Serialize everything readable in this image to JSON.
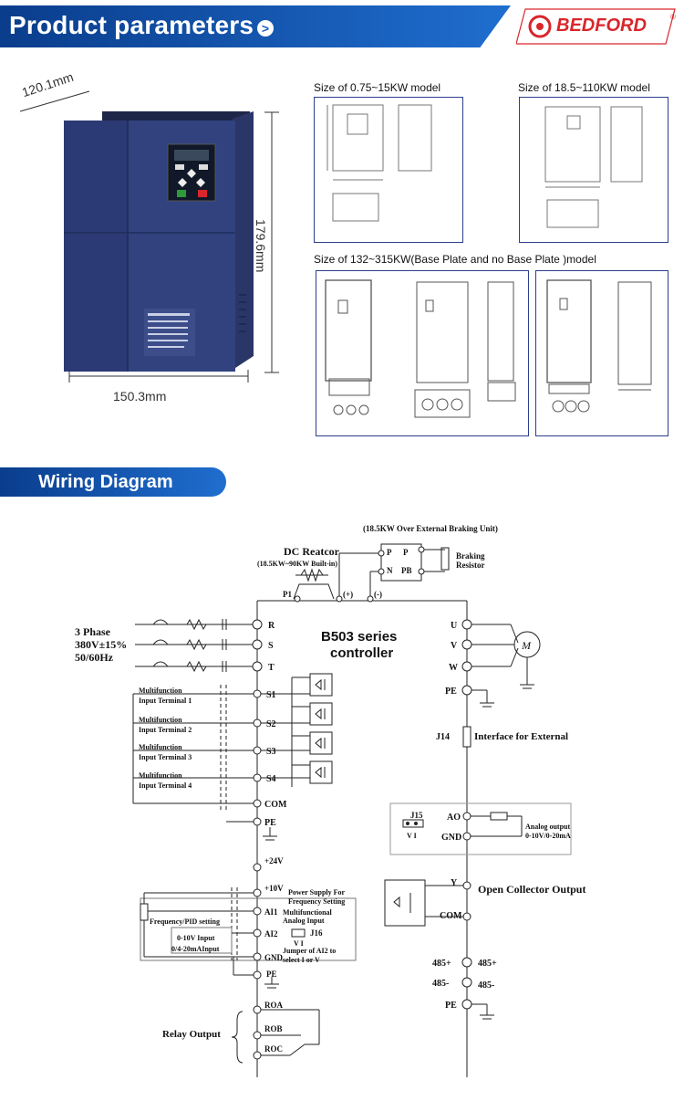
{
  "header": {
    "title": "Product parameters",
    "arrow": ">",
    "brand": "BEDFORD",
    "reg_mark": "®",
    "brand_color": "#d9262b",
    "accent": "#1b5ec2"
  },
  "product": {
    "depth": "120.1mm",
    "height": "179.6mm",
    "width": "150.3mm"
  },
  "drawings": {
    "small_model": "Size of 0.75~15KW model",
    "mid_model": "Size of 18.5~110KW model",
    "large_model": "Size of 132~315KW(Base Plate and no Base Plate )model"
  },
  "wiring": {
    "section_title": "Wiring Diagram",
    "braking_unit": "(18.5KW Over External Braking Unit)",
    "dc_reactor": "DC Reatcor",
    "dc_reactor_note": "(18.5KW~90KW Built-in)",
    "braking_resistor": "Braking",
    "braking_resistor2": "Resistor",
    "p_label": "P",
    "n_label": "N",
    "p_out": "P",
    "pb_label": "PB",
    "p1": "P1",
    "plus": "(+)",
    "minus": "(-)",
    "phase1": "3 Phase",
    "phase2": "380V±15%",
    "phase3": "50/60Hz",
    "controller1": "B503 series",
    "controller2": "controller",
    "r": "R",
    "s": "S",
    "t": "T",
    "u": "U",
    "v": "V",
    "w": "W",
    "pe": "PE",
    "motor": "M",
    "s1": "S1",
    "s2": "S2",
    "s3": "S3",
    "s4": "S4",
    "com": "COM",
    "mf": "Multifunction",
    "in1": "Input Terminal 1",
    "in2": "Input Terminal 2",
    "in3": "Input Terminal 3",
    "in4": "Input Terminal 4",
    "j14": "J14",
    "j14_label": "Interface for External",
    "j15": "J15",
    "vi": "V   I",
    "ao": "AO",
    "gnd": "GND",
    "analog_out1": "Analog output",
    "analog_out2": "0-10V/0-20mA",
    "v24": "+24V",
    "v10": "+10V",
    "psf1": "Power Supply For",
    "psf2": "Frequency Setting",
    "ai1": "AI1",
    "ai1_desc1": "Multifunctional",
    "ai1_desc2": "Analog Input",
    "freq_pid": "Frequency/PID setting",
    "ai2": "AI2",
    "in_v": "0-10V Input",
    "in_i": "0/4-20mAInput",
    "j16": "J16",
    "j16_vi": "V   I",
    "j16_desc1": "Jumper  of  AI2 to",
    "j16_desc2": "select I or V",
    "y": "Y",
    "oc_out": "Open Collector Output",
    "com2": "COM",
    "rs485p": "485+",
    "rs485m": "485-",
    "roa": "ROA",
    "rob": "ROB",
    "roc": "ROC",
    "relay": "Relay Output"
  }
}
